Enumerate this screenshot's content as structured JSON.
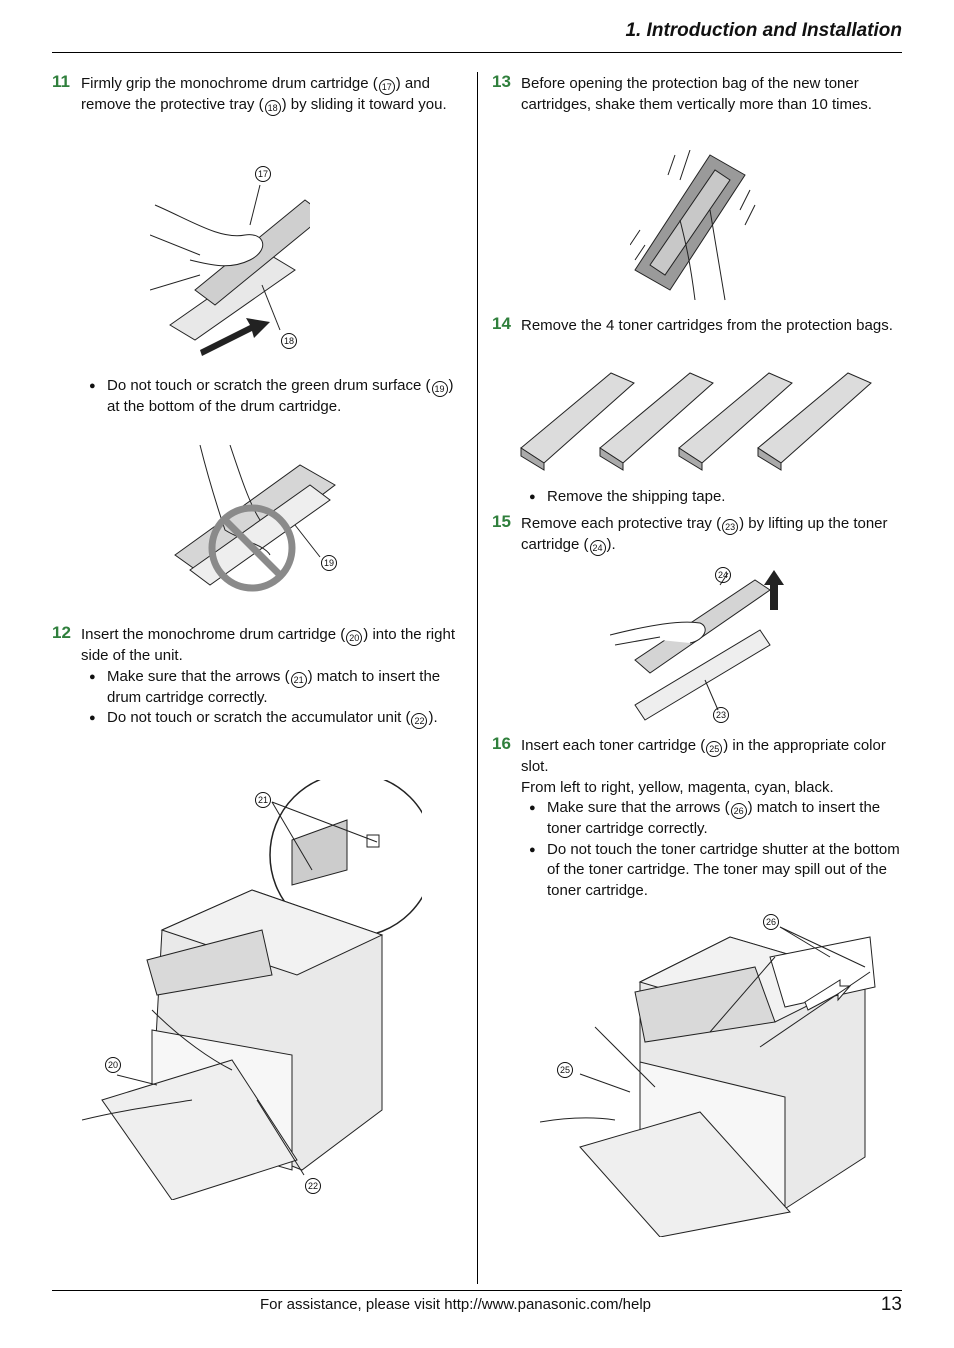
{
  "header": {
    "section_title": "1. Introduction and Installation"
  },
  "footer": {
    "assistance_text": "For assistance, please visit http://www.panasonic.com/help",
    "page_number": "13"
  },
  "callouts": {
    "c17": "17",
    "c18": "18",
    "c19": "19",
    "c20": "20",
    "c21": "21",
    "c22": "22",
    "c23": "23",
    "c24": "24",
    "c25": "25",
    "c26": "26"
  },
  "steps": {
    "s11": {
      "number": "11",
      "text_a": "Firmly grip the monochrome drum cartridge (",
      "text_b": ") and remove the protective tray (",
      "text_c": ") by sliding it toward you.",
      "bullet1_a": "Do not touch or scratch the green drum surface (",
      "bullet1_b": ") at the bottom of the drum cartridge."
    },
    "s12": {
      "number": "12",
      "text_a": "Insert the monochrome drum cartridge (",
      "text_b": ") into the right side of the unit.",
      "bullet1_a": "Make sure that the arrows (",
      "bullet1_b": ") match to insert the drum cartridge correctly.",
      "bullet2_a": "Do not touch or scratch the accumulator unit (",
      "bullet2_b": ")."
    },
    "s13": {
      "number": "13",
      "text": "Before opening the protection bag of the new toner cartridges, shake them vertically more than 10 times."
    },
    "s14": {
      "number": "14",
      "text": "Remove the 4 toner cartridges from the protection bags.",
      "bullet1": "Remove the shipping tape."
    },
    "s15": {
      "number": "15",
      "text_a": "Remove each protective tray (",
      "text_b": ") by lifting up the toner cartridge (",
      "text_c": ")."
    },
    "s16": {
      "number": "16",
      "text_a": "Insert each toner cartridge (",
      "text_b": ") in the appropriate color slot.",
      "text_c": "From left to right, yellow, magenta, cyan, black.",
      "bullet1_a": "Make sure that the arrows (",
      "bullet1_b": ") match to insert the toner cartridge correctly.",
      "bullet2": "Do not touch the toner cartridge shutter at the bottom of the toner cartridge. The toner may spill out of the toner cartridge."
    }
  }
}
